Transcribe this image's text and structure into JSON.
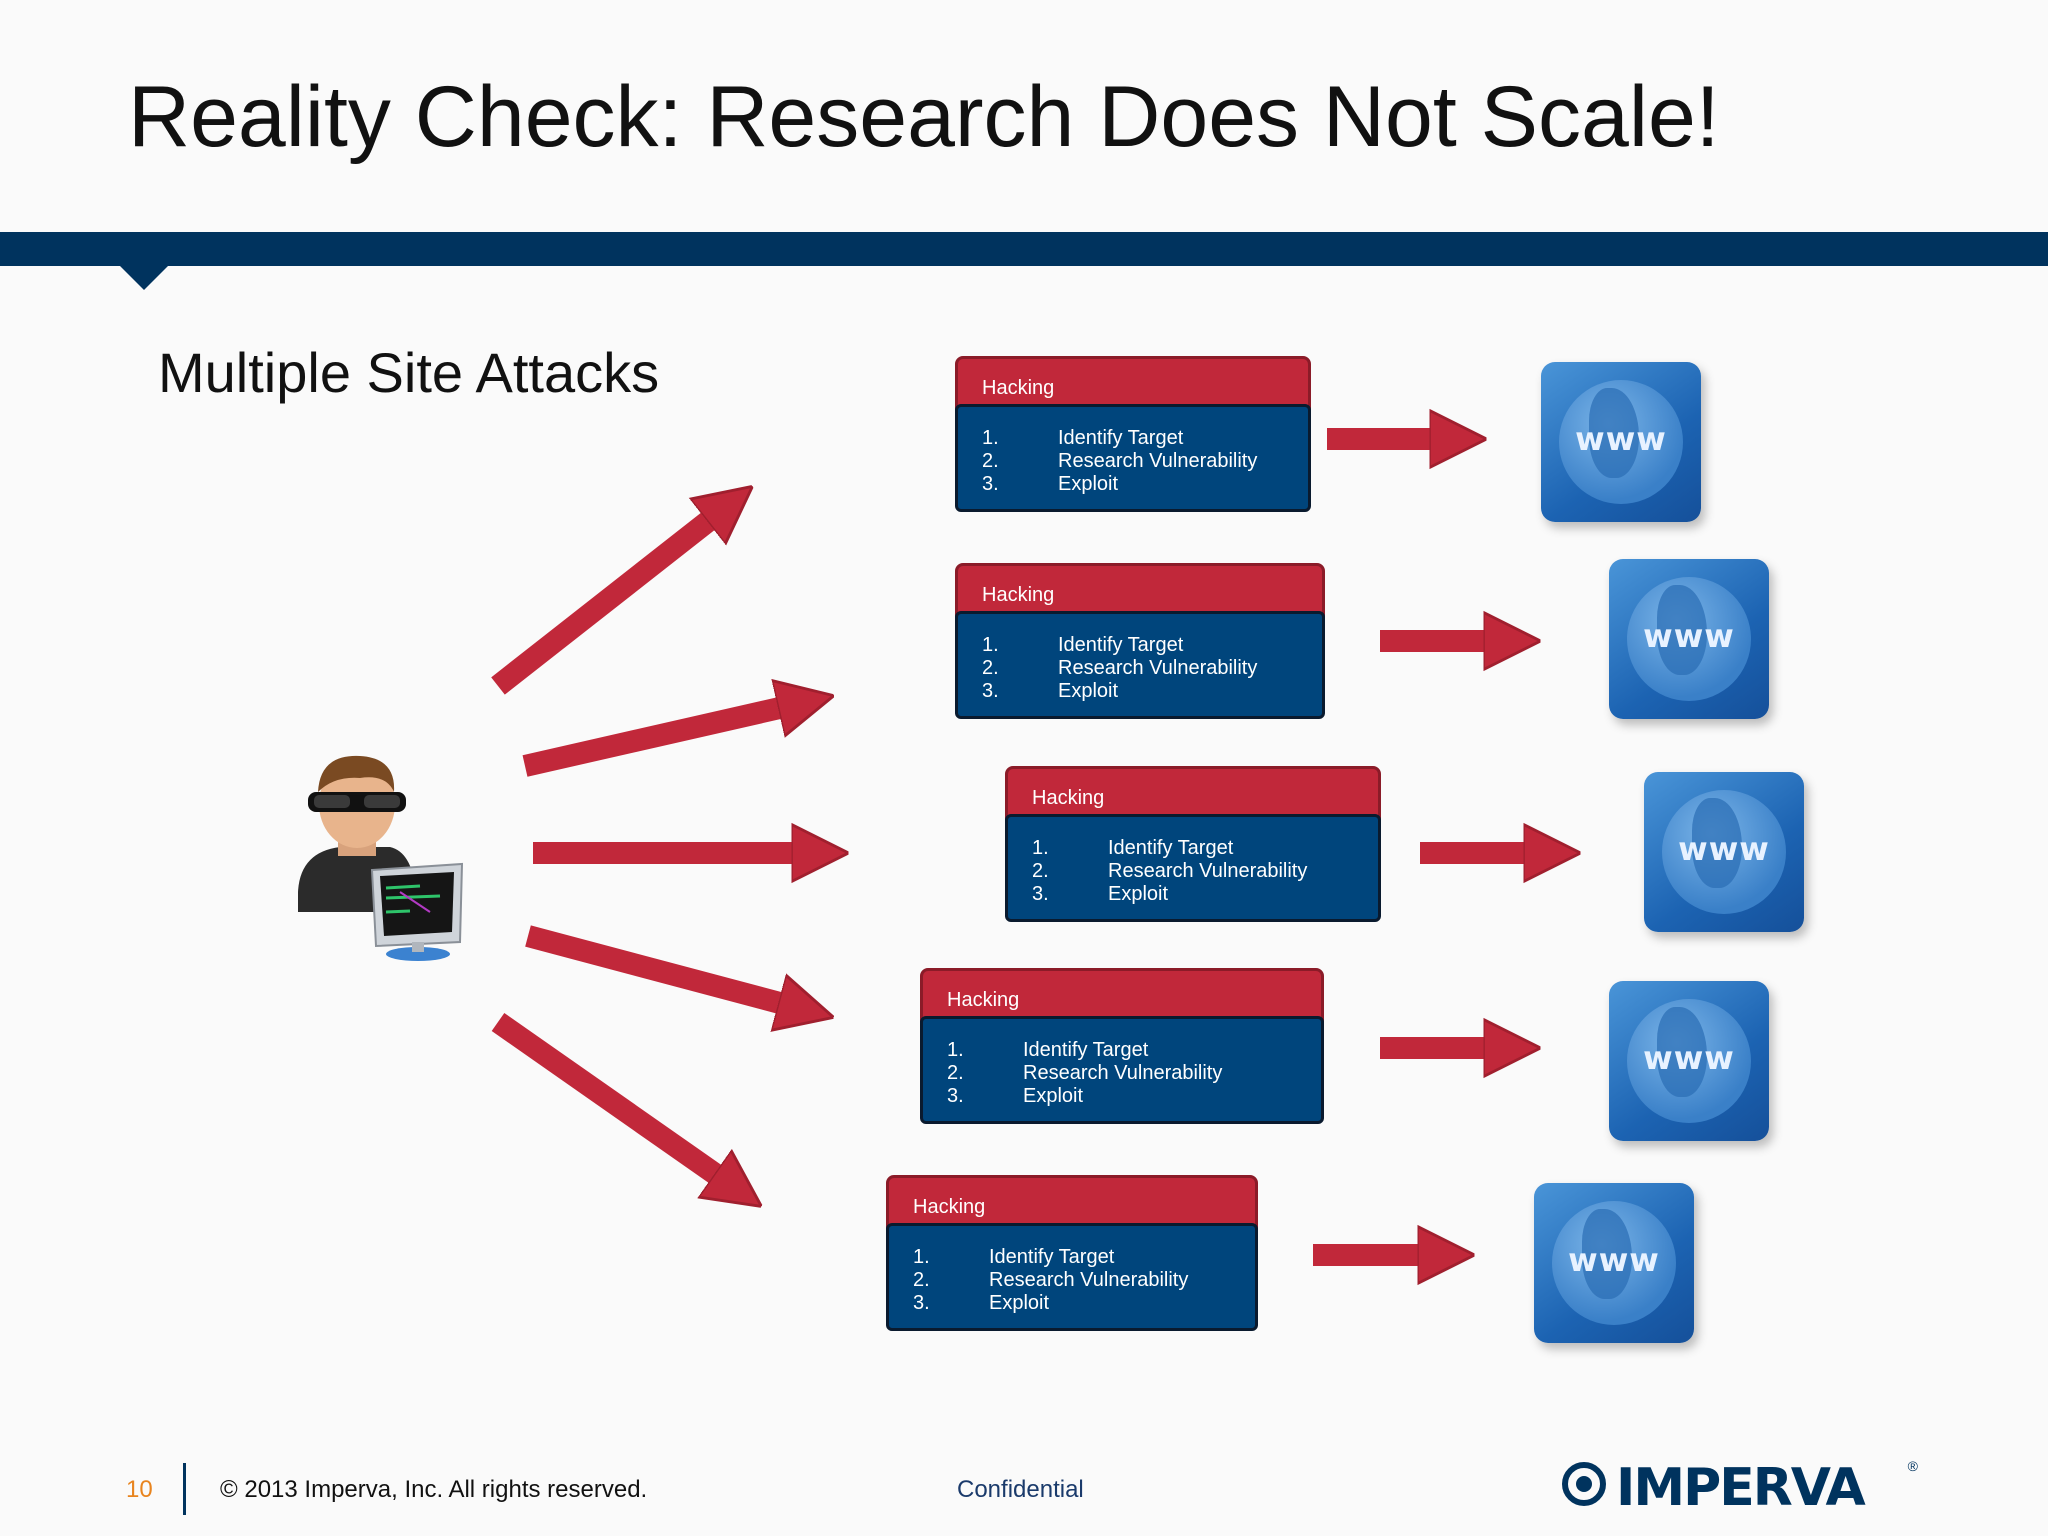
{
  "title": "Reality Check: Research Does Not Scale!",
  "subtitle": "Multiple Site Attacks",
  "colors": {
    "navy": "#00335e",
    "red": "#c1283a",
    "card_blue": "#00457c",
    "globe_blue": "#1c63b2"
  },
  "icons": {
    "attacker": "hacker-at-computer-icon",
    "site": "www-globe-icon"
  },
  "cards": [
    {
      "header": "Hacking",
      "steps": [
        {
          "num": "1.",
          "text": "Identify Target"
        },
        {
          "num": "2.",
          "text": "Research Vulnerability"
        },
        {
          "num": "3.",
          "text": "Exploit"
        }
      ]
    },
    {
      "header": "Hacking",
      "steps": [
        {
          "num": "1.",
          "text": "Identify Target"
        },
        {
          "num": "2.",
          "text": "Research Vulnerability"
        },
        {
          "num": "3.",
          "text": "Exploit"
        }
      ]
    },
    {
      "header": "Hacking",
      "steps": [
        {
          "num": "1.",
          "text": "Identify Target"
        },
        {
          "num": "2.",
          "text": "Research Vulnerability"
        },
        {
          "num": "3.",
          "text": "Exploit"
        }
      ]
    },
    {
      "header": "Hacking",
      "steps": [
        {
          "num": "1.",
          "text": "Identify Target"
        },
        {
          "num": "2.",
          "text": "Research Vulnerability"
        },
        {
          "num": "3.",
          "text": "Exploit"
        }
      ]
    },
    {
      "header": "Hacking",
      "steps": [
        {
          "num": "1.",
          "text": "Identify Target"
        },
        {
          "num": "2.",
          "text": "Research Vulnerability"
        },
        {
          "num": "3.",
          "text": "Exploit"
        }
      ]
    }
  ],
  "site_label": "www",
  "footer": {
    "page": "10",
    "copyright": "© 2013 Imperva, Inc. All rights reserved.",
    "confidential": "Confidential",
    "logo": "IMPERVA",
    "logo_reg": "®"
  }
}
